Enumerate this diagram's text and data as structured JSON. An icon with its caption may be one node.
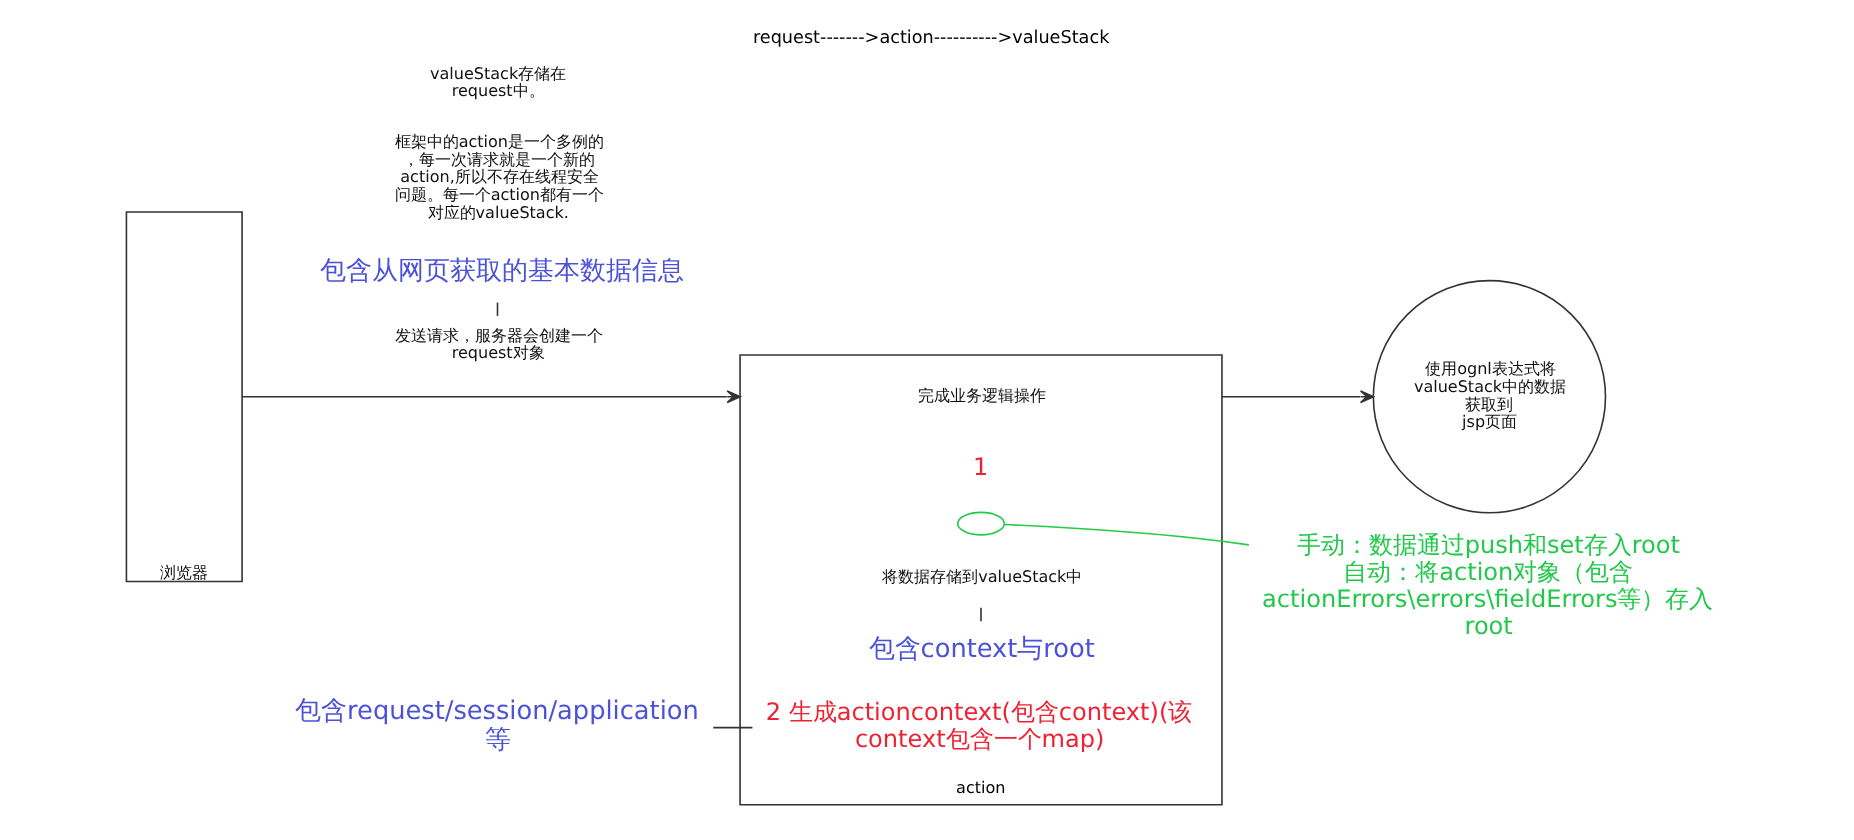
{
  "diagram": {
    "title": "request------->action---------->valueStack",
    "nodes": [
      {
        "text": [
          "浏览器"
        ]
      },
      {
        "text": [
          "包含从网页获取的基本数据信息"
        ]
      },
      {
        "text": [
          "发送请求，服务器会创建一个request对象"
        ]
      },
      {
        "text": [
          "action"
        ]
      },
      {
        "text": [
          "完成业务逻辑操作"
        ],
        "in": 3
      },
      {
        "text": [
          "将数据存储到valueStack中"
        ],
        "in": 3
      },
      {
        "text": [],
        "shape": "ellipse",
        "in": 3
      },
      {
        "text": [
          "包含context与root"
        ],
        "in": 3
      },
      {
        "text": [
          "2 生成actioncontext(包含context)(该context包含一个map)"
        ],
        "in": 3
      },
      {
        "text": [
          "包含request/session/application等"
        ]
      },
      {
        "text": [
          "使用ognl表达式将valueStack中的数据获取到",
          "jsp页面"
        ]
      },
      {
        "text": [
          "手动：数据通过push和set存入root",
          "自动：将action对象（包含actionErrors\\errors\\fieldErrors等）存入root"
        ]
      }
    ],
    "edges": [
      {
        "from": 0,
        "to": 3,
        "arrow": "to"
      },
      {
        "from": 3,
        "to": 10,
        "arrow": "to"
      },
      {
        "from": 1,
        "to": 2,
        "arrow": "none"
      },
      {
        "from": 7,
        "to": 5,
        "arrow": "none"
      },
      {
        "from": 11,
        "to": 6,
        "arrow": "none",
        "color": "#22cc44"
      },
      {
        "from": 9,
        "to": 8,
        "arrow": "none"
      }
    ],
    "labels": [
      "框架中的action是一个多例的，每一次请求就是一个新的action,所以不存在线程安全问题。每一个action都有一个对应的valueStack.",
      "1",
      "valueStack存储在request中。"
    ]
  }
}
